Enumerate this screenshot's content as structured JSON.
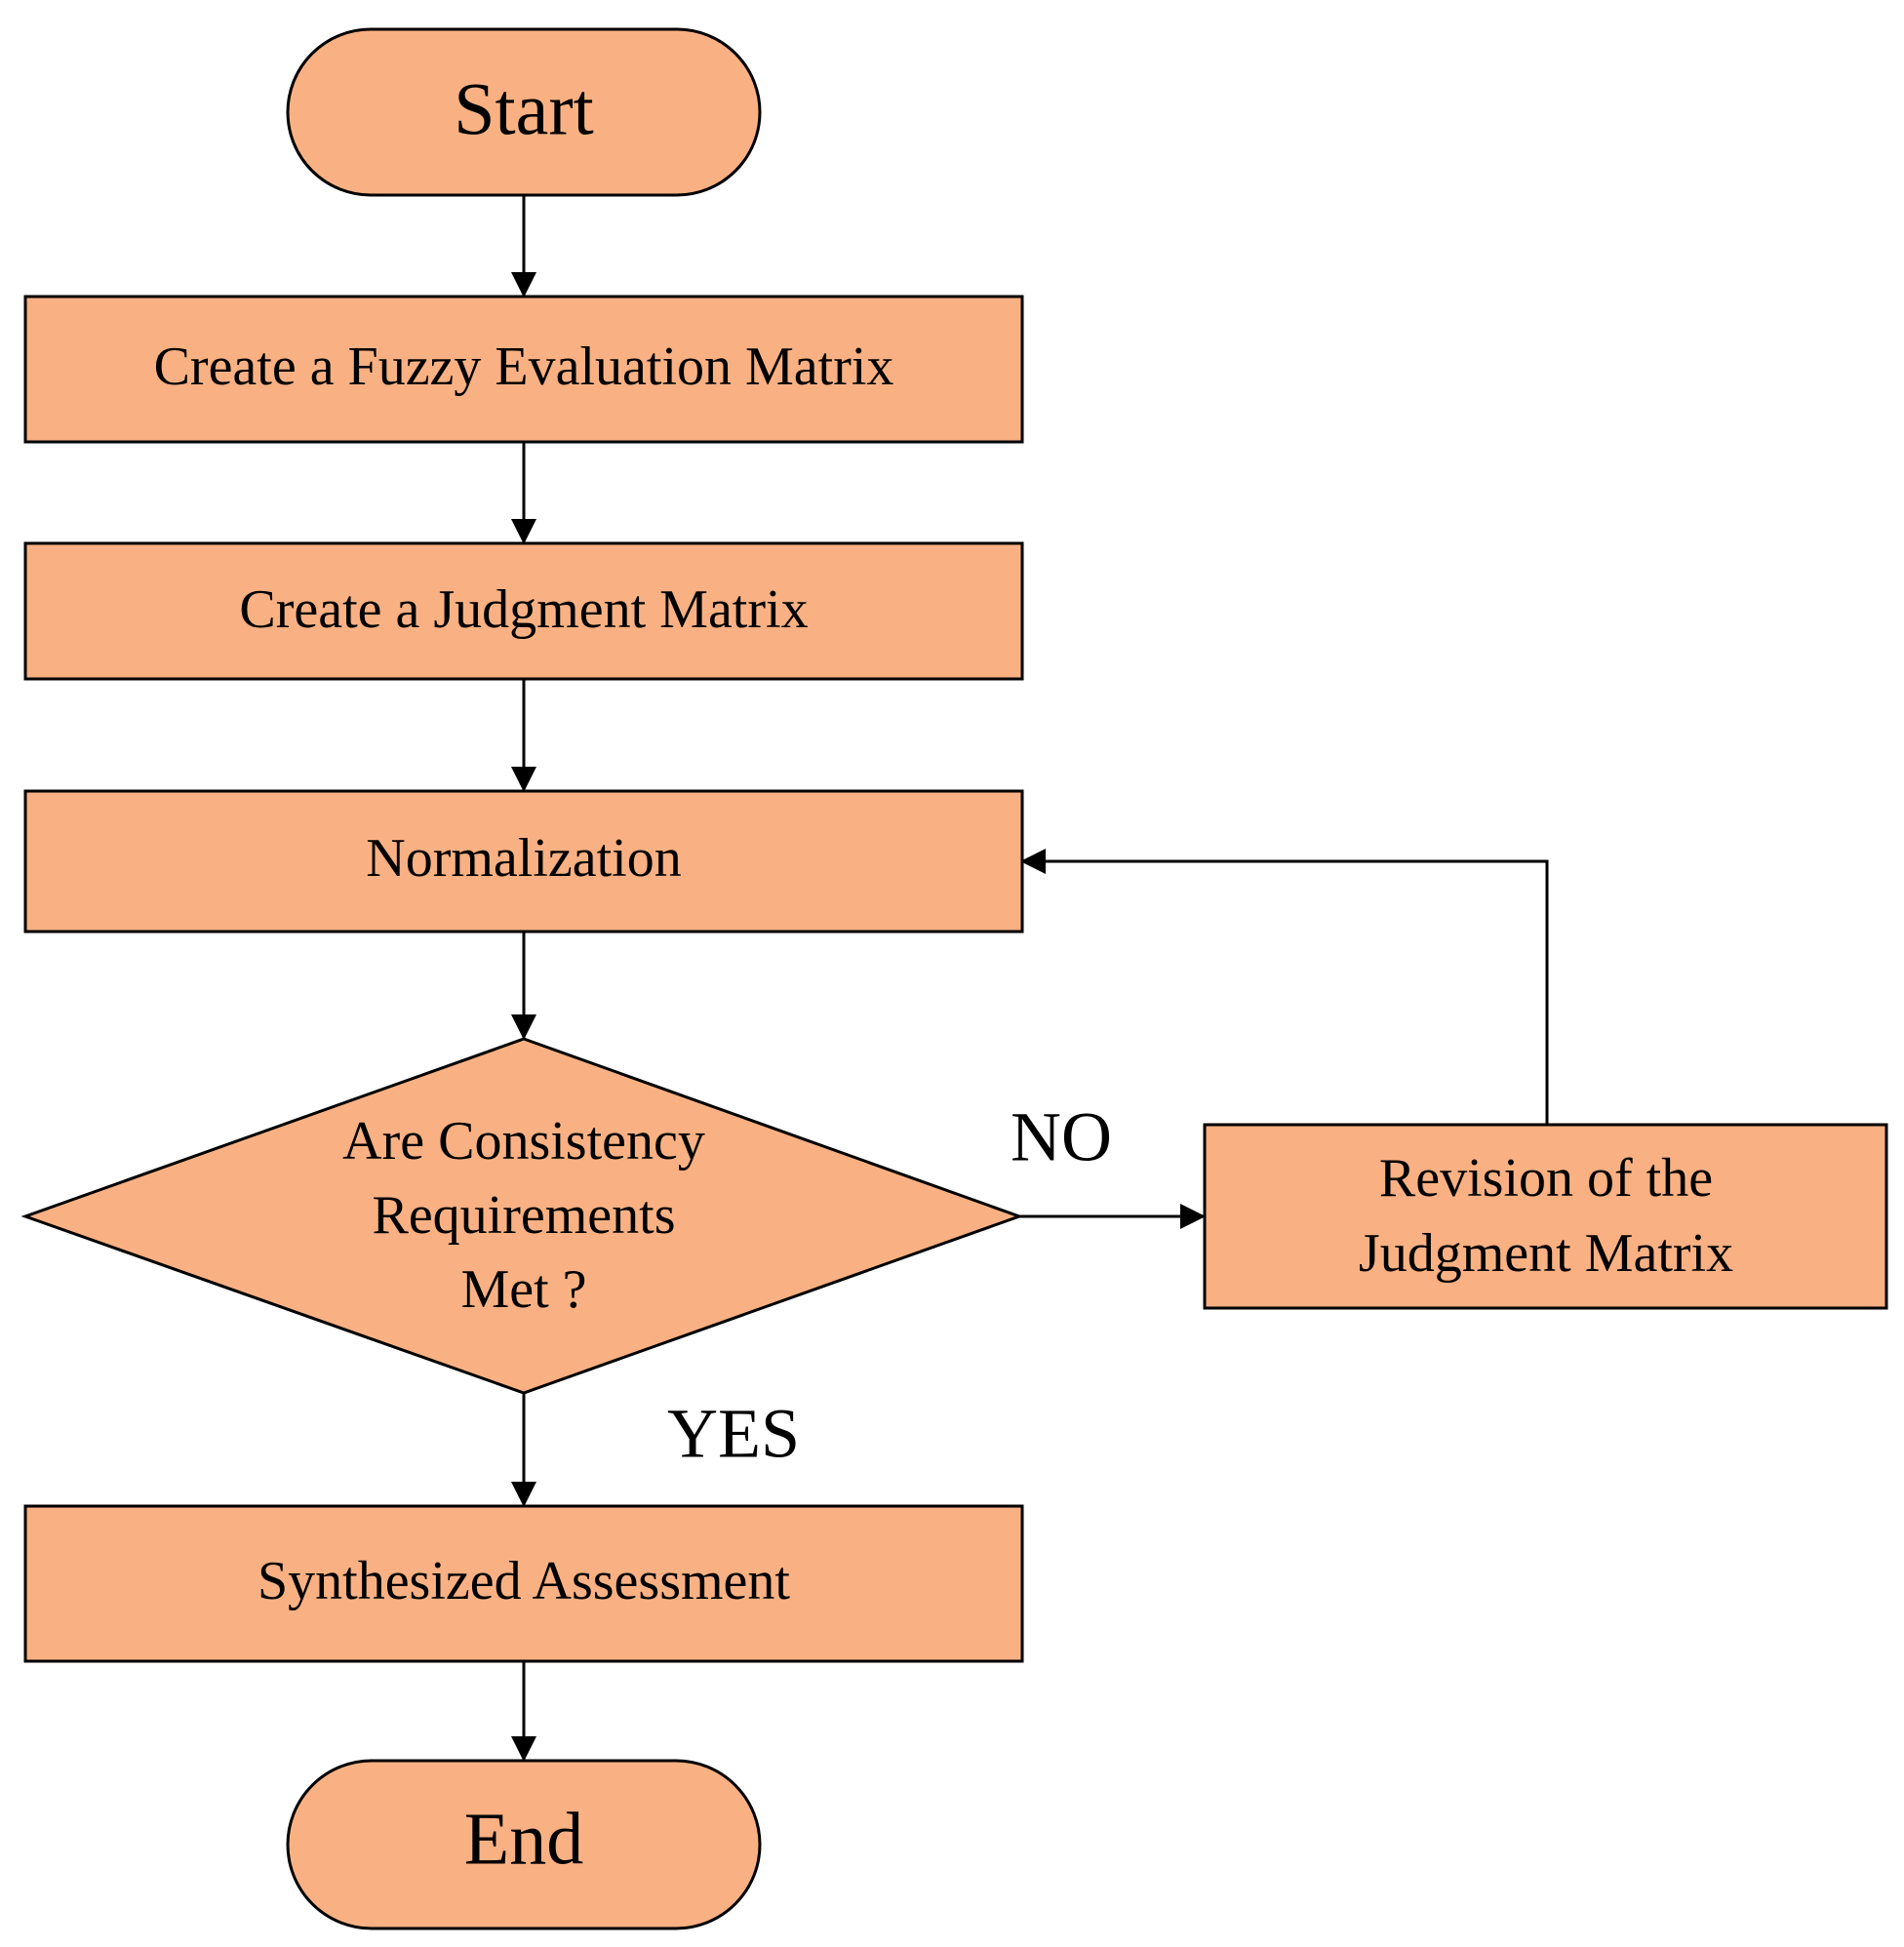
{
  "colors": {
    "node_fill": "#F9B183",
    "stroke": "#000000",
    "background": "#FFFFFF"
  },
  "nodes": {
    "start": "Start",
    "create_fuzzy": "Create a Fuzzy Evaluation Matrix",
    "create_judgment": "Create a Judgment Matrix",
    "normalization": "Normalization",
    "decision": [
      "Are Consistency",
      "Requirements",
      "Met ?"
    ],
    "revision": [
      "Revision of the",
      "Judgment Matrix"
    ],
    "synthesized": "Synthesized Assessment",
    "end": "End"
  },
  "edge_labels": {
    "no": "NO",
    "yes": "YES"
  }
}
